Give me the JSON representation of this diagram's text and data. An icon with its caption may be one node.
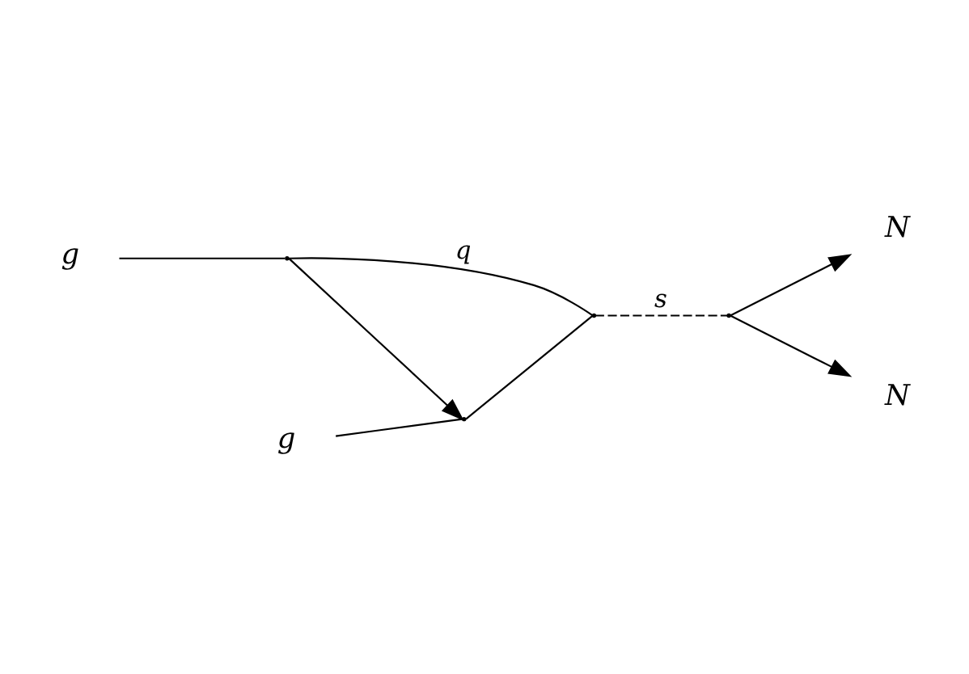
{
  "diagram": {
    "nodes": [
      {
        "text": [
          "g"
        ]
      },
      {
        "text": [
          "g"
        ]
      },
      {
        "text": [],
        "shape": "point"
      },
      {
        "text": [],
        "shape": "point"
      },
      {
        "text": [],
        "shape": "point"
      },
      {
        "text": [],
        "shape": "point"
      },
      {
        "text": [
          "N"
        ]
      },
      {
        "text": [
          "N"
        ]
      }
    ],
    "edges": [
      {
        "from": 0,
        "to": 2,
        "arrow": "none"
      },
      {
        "from": 1,
        "to": 3,
        "arrow": "none"
      },
      {
        "from": 2,
        "to": 3,
        "arrow": "to"
      },
      {
        "from": 3,
        "to": 4,
        "arrow": "none"
      },
      {
        "from": 4,
        "to": 2,
        "arrow": "none",
        "label": "q"
      },
      {
        "from": 4,
        "to": 5,
        "arrow": "none",
        "style": "dashed",
        "label": "s"
      },
      {
        "from": 5,
        "to": 6,
        "arrow": "to"
      },
      {
        "from": 5,
        "to": 7,
        "arrow": "to"
      }
    ]
  }
}
